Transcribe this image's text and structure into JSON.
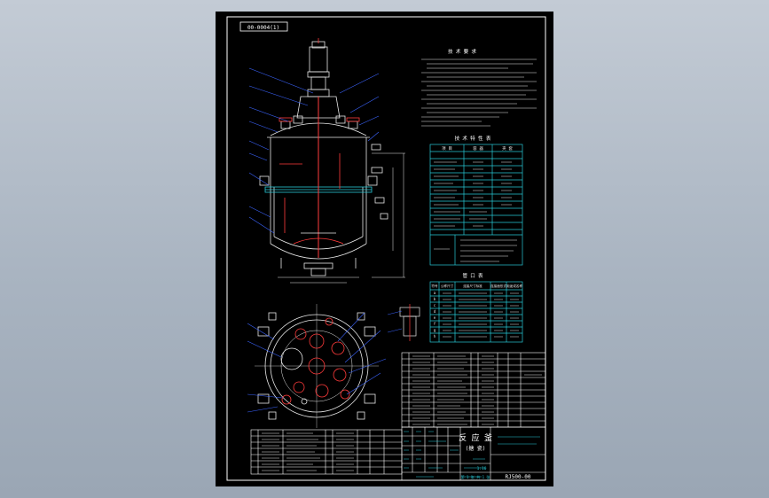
{
  "drawing": {
    "top_left_label": "00-0004(1)",
    "tech_req_title": "技 术 要 求",
    "tech_spec_title": "技 术 特 性 表",
    "nozzle_title": "管 口 表",
    "title_block_name": "反 应 釜",
    "title_block_sub": "(搪 瓷)",
    "drawing_number": "RJ500-00",
    "scale_note": "1:10",
    "sheet_note": "第 1 张 共 1 张",
    "spec_headers": [
      "项 目",
      "容 器",
      "夹 套"
    ],
    "nozzle_headers": [
      "符号",
      "公称尺寸",
      "连接尺寸标准",
      "连接面形式",
      "用途或名称"
    ],
    "nozzle_symbols": [
      "a",
      "b",
      "c",
      "d",
      "e",
      "f",
      "g",
      "h"
    ]
  },
  "colors": {
    "sheet": "#000000",
    "frame": "#ffffff",
    "line": "#e8e8e8",
    "accent": "#ff3b3b",
    "table": "#27c9d6",
    "leader": "#3b64ff"
  }
}
